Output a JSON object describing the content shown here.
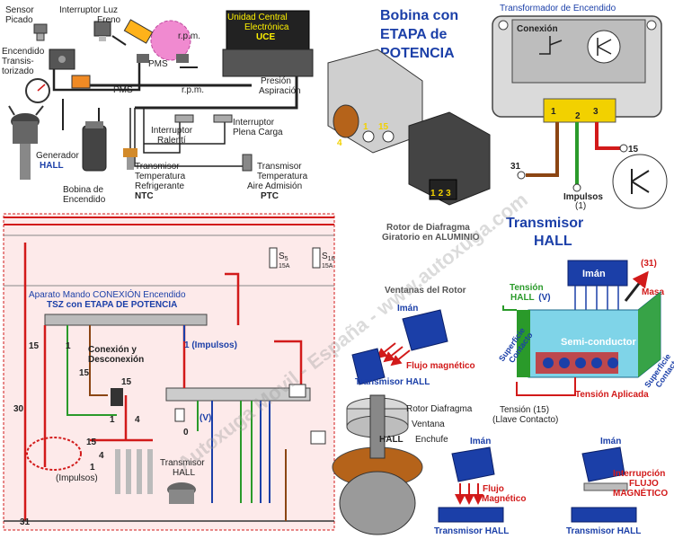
{
  "engine_panel": {
    "sensor_picado": [
      "Sensor",
      "Picado"
    ],
    "interruptor_luz_freno": [
      "Interruptor Luz",
      "Freno"
    ],
    "encendido_transistorizado": [
      "Encendido",
      "Transis-",
      "torizado"
    ],
    "rpm_top": "r.p.m.",
    "pms_top": "PMS",
    "pms_mid": "PMS",
    "rpm_mid": "r.p.m.",
    "uce": [
      "Unidad Central",
      "Electrónica",
      "UCE"
    ],
    "presion_aspiracion": [
      "Presión",
      "Aspiración"
    ],
    "interruptor_ralenti": [
      "Interruptor",
      "Ralentí"
    ],
    "interruptor_plena_carga": [
      "Interruptor",
      "Plena Carga"
    ],
    "generador_hall": [
      "Generador",
      "HALL"
    ],
    "bobina_encendido": [
      "Bobina de",
      "Encendido"
    ],
    "transmisor_refrigerante": [
      "Transmisor",
      "Temperatura",
      "Refrigerante",
      "NTC"
    ],
    "transmisor_aire": [
      "Transmisor",
      "Temperatura",
      "Aire Admisión",
      "PTC"
    ]
  },
  "bobina_panel": {
    "title": [
      "Bobina con",
      "ETAPA de",
      "POTENCIA"
    ],
    "terminal_4": "4",
    "terminal_1": "1",
    "terminal_15": "15",
    "pins": [
      "1",
      "2",
      "3"
    ]
  },
  "transformador_panel": {
    "title": "Transformador de Encendido",
    "conexion": "Conexión",
    "pins": [
      "1",
      "2",
      "3"
    ],
    "label_15": "15",
    "label_31": "31",
    "impulsos": [
      "Impulsos",
      "(1)"
    ]
  },
  "circuit_panel": {
    "s5": [
      "S",
      "5",
      "15A"
    ],
    "s16": [
      "S",
      "16",
      "15A"
    ],
    "aparato_title": [
      "Aparato Mando CONEXIÓN Encendido",
      "TSZ con ETAPA DE POTENCIA"
    ],
    "conexion_desconexion": [
      "Conexión y",
      "Desconexión"
    ],
    "impulsos_top": "1 (Impulsos)",
    "label_15_left": "15",
    "label_1": "1",
    "label_15_mid": "15",
    "label_15_coil": "15",
    "label_1_coil": "1",
    "label_4_coil": "4",
    "label_30": "30",
    "label_v": "(V)",
    "label_0": "0",
    "label_15_lower": "15",
    "label_4_lower": "4",
    "label_1_lower": "1",
    "impulsos_lower": "(Impulsos)",
    "label_31": "31",
    "transmisor_hall": [
      "Transmisor",
      "HALL"
    ]
  },
  "rotor_panel": {
    "rotor_title": [
      "Rotor de Diafragma",
      "Giratorio en ALUMINIO"
    ],
    "ventanas": "Ventanas del Rotor",
    "iman": "Imán",
    "flujo_magnetico": "Flujo magnético",
    "transmisor_hall": "Transmisor HALL",
    "rotor_diafragma": "Rotor Diafragma",
    "ventana": "Ventana",
    "enchufe": "Enchufe",
    "hall": "HALL"
  },
  "hall_panel": {
    "title": [
      "Transmisor",
      "HALL"
    ],
    "iman": "Imán",
    "label_31": "(31)",
    "masa": "Masa",
    "tension_hall": [
      "Tensión",
      "HALL",
      "(V)"
    ],
    "semiconductor": "Semi-conductor",
    "superficie_left": [
      "Superficie",
      "Contacto"
    ],
    "superficie_right": [
      "Superficie",
      "Contacto"
    ],
    "tension_aplicada": "Tensión Aplicada",
    "tension_15": [
      "Tensión (15)",
      "(Llave Contacto)"
    ]
  },
  "bottom_panel": {
    "iman_left": "Imán",
    "flujo_left": [
      "Flujo",
      "Magnético"
    ],
    "hall_left": "Transmisor HALL",
    "iman_right": "Imán",
    "interrupcion": [
      "Interrupción",
      "FLUJO",
      "MAGNÉTICO"
    ],
    "hall_right": "Transmisor HALL"
  },
  "watermark": "Autoxuga Movil - España - www.autoxuga.com"
}
